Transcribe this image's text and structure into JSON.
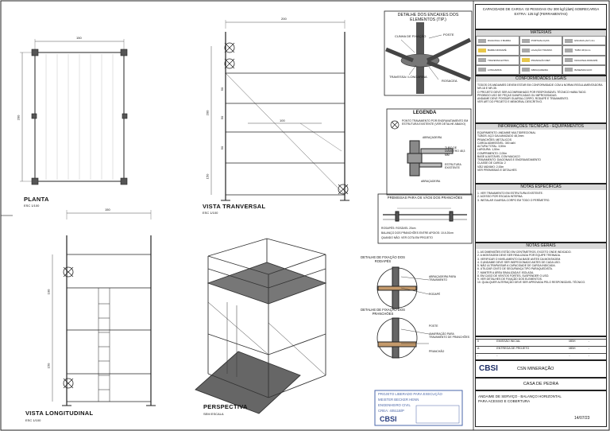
{
  "views": {
    "planta": {
      "label": "PLANTA",
      "scale": "ESC 1/100",
      "dim_top": "150",
      "dim_side": "200"
    },
    "transversal": {
      "label": "VISTA TRANVERSAL",
      "scale": "ESC 1/100",
      "dim_top": "200",
      "dim_mid": "100",
      "dims_side": [
        "50",
        "50",
        "50"
      ],
      "dim_total": "200",
      "dim_low": "150"
    },
    "longitudinal": {
      "label": "VISTA LONGITUDINAL",
      "scale": "ESC 1/100",
      "dim_top": "150",
      "dim_upper": "100",
      "dim_lower": "150"
    },
    "perspectiva": {
      "label": "PERSPECTIVA",
      "scale": "SEM ESCALA"
    }
  },
  "detalhe_encaixe": {
    "title": "DETALHE DOS ENCAIXES DOS ELEMENTOS (TIP.)",
    "labels": [
      "CUNHA DE FIXAÇÃO",
      "POSTE",
      "TRAVESSA / LONGARINA",
      "ROSACEA"
    ]
  },
  "legenda": {
    "title": "LEGENDA",
    "text": "PONTO TRAVAMENTO POR ENGRAVATAMENTO EM ESTRUTURA EXISTENTE (VER DETALHE ABAIXO)",
    "labels": [
      "ABRAÇADEIRA",
      "TUBO DE DIÂMETRO 48,3 MM",
      "ESTRUTURA EXISTENTE",
      "ABRAÇADEIRA"
    ]
  },
  "premissas": {
    "title": "PREMISSAS PARA OS VÃOS DOS PRANCHÕES",
    "lines": [
      "ROSAPÉS: ROSÁVEL 20cm",
      "BALANÇO DOS PRANCHÕES ENTRE APOIOS: 10 A 20cm",
      "QUANDO NÃO: VER COTA EM PROJETO"
    ]
  },
  "detalhe_fixacao_1": {
    "title": "DETALHE DE FIXAÇÃO DOS RODAPÉS",
    "labels": [
      "ABRAÇADEIRA PARA TRAVAMENTO",
      "RODAPÉ"
    ]
  },
  "detalhe_fixacao_2": {
    "title": "DETALHE DE FIXAÇÃO DOS PRANCHÕES",
    "labels": [
      "POSTE",
      "AMARRAÇÃO PARA TRAVAMENTO DE PRANCHÕES",
      "PRANCHÃO"
    ]
  },
  "stamp": {
    "line1": "PROJETO LIBERADO PARA EXECUÇÃO",
    "line2": "MEISTER BECKER HENN",
    "line3": "ENGENHEIRO CIVIL",
    "line4": "CREA: 40511B/P",
    "logo": "CBSI"
  },
  "right": {
    "capacity": "CAPACIDADE DE CARGA: 02 PESSOAS OU 300 kgf (daN) SOBRECARGA EXTRA: 125 kgf (FERRAMENTAS)",
    "materiais_title": "MATERIAIS",
    "materiais": [
      "DIAGONAL 3 BARRA",
      "PORTA/ALCÇAS",
      "ESCADA (ALT) 2m",
      "BARRA RODAPÉ",
      "LIGAÇÃO TRANSV.",
      "TUBO 48,3mm",
      "TRAVESSA EXTRA.",
      "PRANCHÃO MET.",
      "DIAGONAL/RODAPÉ",
      "LONGARINA",
      "ABRAÇADEIRA",
      "BASE/MACACO"
    ],
    "conformidades_title": "CONFORMIDADES LEGAIS",
    "conformidades_text": "TODOS OS ANDAIMES DEVEM ESTAR EM CONFORMIDADE COM A NORMA REGULAMENTADORA NR-18 E NR-35.\nO PROJETO DEVE SER ACOMPANHADO POR RESPONSÁVEL TÉCNICO HABILITADO.\nPROIBIDO USO DE PEÇAS DANIFICADAS OU IMPROVISADAS.\nANDAIME DEVE POSSUIR GUARDA-CORPO, RODAPÉ E TRAVAMENTO.\nVER ART DO PROJETO E MEMORIAL DESCRITIVO.",
    "informacoes_title": "INFORMAÇÕES TÉCNICAS - EQUIPAMENTOS",
    "informacoes_text": "EQUIPAMENTO: ANDAIME MULTIDIRECIONAL\nTUBOS: AÇO GALVANIZADO 48,3mm\nPRANCHÕES: METÁLICOS\nCARGA ADMISSÍVEL: 300 daN\nALTURA TOTAL: 3,50m\nLARGURA: 1,50m\nCOMPRIMENTO: 2,00m\nBASE AJUSTÁVEL COM MACACO\nTRAVAMENTO: DIAGONAIS E ENGRAVATAMENTO\nCLASSE DE CARGA: 2\nVÃO MÁXIMO: 2,00m\nVER PREMISSAS E DETALHES",
    "especificas_title": "NOTAS ESPECÍFICAS",
    "especificas_text": "1. VER TRAVAMENTO EM ESTRUTURA EXISTENTE.\n2. ACESSO POR ESCADA INTERNA.\n3. INSTALAR GUARDA-CORPO EM TODO O PERÍMETRO.",
    "gerais_title": "NOTAS GERAIS",
    "gerais_text": "1. AS DIMENSÕES ESTÃO EM CENTÍMETROS, EXCETO ONDE INDICADO.\n2. A MONTAGEM DEVE SER REALIZADA POR EQUIPE TREINADA.\n3. VERIFICAR O NIVELAMENTO DA BASE ANTES DA MONTAGEM.\n4. O ANDAIME DEVE SER INSPECIONADO ANTES DE CADA USO.\n5. NÃO ULTRAPASSAR A CAPACIDADE DE CARGA INDICADA.\n6. UTILIZAR CINTO DE SEGURANÇA TIPO PARAQUEDISTA.\n7. MANTER A ÁREA SINALIZADA E ISOLADA.\n8. EM CASO DE VENTOS FORTES, SUSPENDER O USO.\n9. VER DETALHES DE FIXAÇÃO DOS ELEMENTOS.\n10. QUALQUER ALTERAÇÃO DEVE SER APROVADA PELO RESPONSÁVEL TÉCNICO.",
    "revisions": [
      [
        "0",
        "EMISSÃO INICIAL",
        "MBH",
        "-"
      ],
      [
        "A",
        "ENTREGA DE PROJETO",
        "MBH",
        "-"
      ],
      [
        "-",
        "-",
        "-",
        "-"
      ]
    ],
    "company": "CBSI",
    "company_sub": "CSN MINERAÇÃO",
    "location": "CASA DE PEDRA",
    "description": "ANDAIME DE SERVIÇO - BALANÇO HORIZONTAL PARA ACESSO E COBERTURA",
    "date": "14/07/23"
  }
}
